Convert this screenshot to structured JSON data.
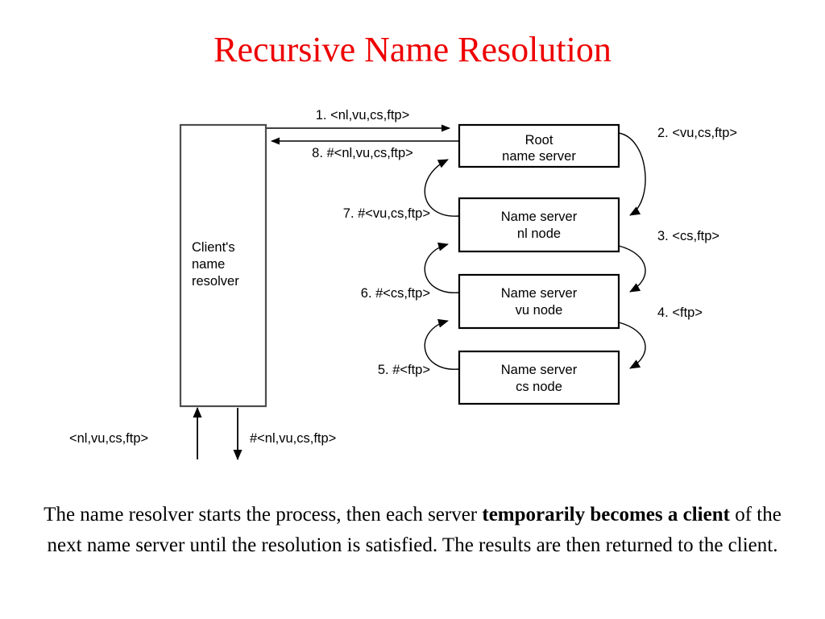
{
  "slide": {
    "title": "Recursive Name Resolution",
    "title_color": "#ee0000",
    "background_color": "#ffffff"
  },
  "diagram": {
    "client_box": {
      "line1": "Client's",
      "line2": "name",
      "line3": "resolver"
    },
    "servers": [
      {
        "line1": "Root",
        "line2": "name server"
      },
      {
        "line1": "Name server",
        "line2": "nl node"
      },
      {
        "line1": "Name server",
        "line2": "vu node"
      },
      {
        "line1": "Name server",
        "line2": "cs node"
      }
    ],
    "messages": {
      "step1": "1. <nl,vu,cs,ftp>",
      "step2": "2. <vu,cs,ftp>",
      "step3": "3. <cs,ftp>",
      "step4": "4. <ftp>",
      "step5": "5. #<ftp>",
      "step6": "6. #<cs,ftp>",
      "step7": "7. #<vu,cs,ftp>",
      "step8": "8. #<nl,vu,cs,ftp>"
    },
    "bottom": {
      "query": "<nl,vu,cs,ftp>",
      "response": "#<nl,vu,cs,ftp>"
    }
  },
  "caption": {
    "part1": "The name resolver starts the process, then each server ",
    "bold1": "temporarily becomes a client",
    "part2": " of the next name server until the resolution is satisfied. The results are then returned to the client."
  }
}
